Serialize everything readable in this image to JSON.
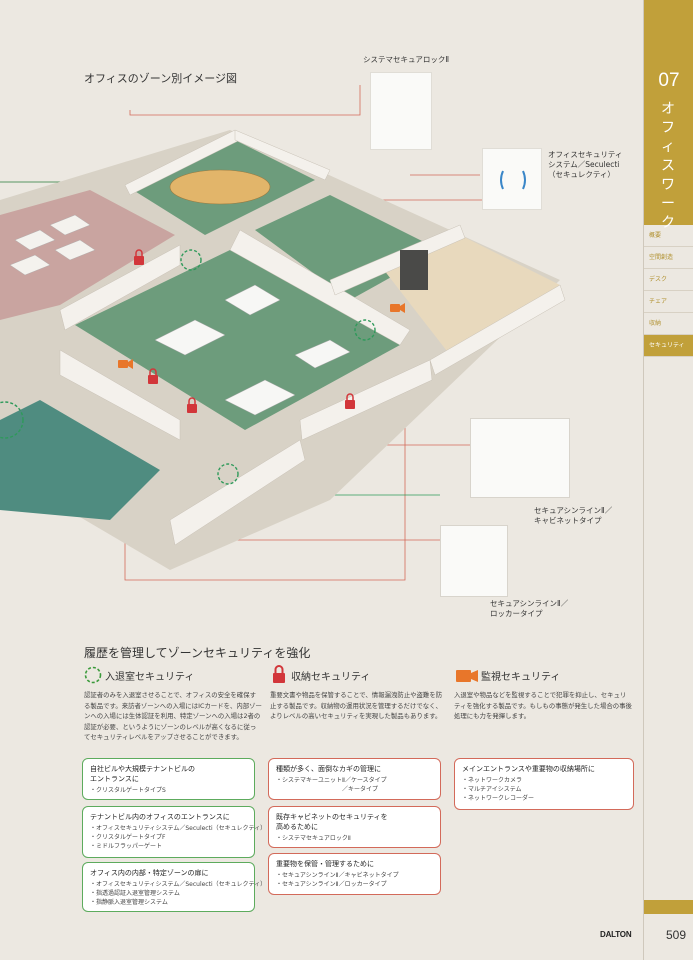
{
  "side": {
    "number": "07",
    "title": "オフィスワーク",
    "items": [
      "概要",
      "空間創造",
      "デスク",
      "チェア",
      "収納",
      "セキュリティ"
    ],
    "active_index": 5,
    "accent": "#c1a03a"
  },
  "map": {
    "title": "オフィスのゾーン別イメージ図"
  },
  "products": {
    "lock": "システマセキュアロックⅡ",
    "seculecti": [
      "オフィスセキュリティ",
      "システム／Seculecti",
      "（セキュレクティ）"
    ],
    "cabinet": [
      "セキュアシンラインⅡ／",
      "キャビネットタイプ"
    ],
    "locker": [
      "セキュアシンラインⅡ／",
      "ロッカータイプ"
    ]
  },
  "section": {
    "title": "履歴を管理してゾーンセキュリティを強化",
    "categories": [
      {
        "label": "入退室セキュリティ",
        "icon": "dashed-circle-icon",
        "color": "#3a9a3a",
        "desc": "認証者のみを入退室させることで、オフィスの安全を確保する製品です。来訪者ゾーンへの入場にはICカードを、内部ゾーンへの入場には生体認証を利用、特定ゾーンへの入場は2者の認証が必要、というようにゾーンのレベルが高くなるに従ってセキュリティレベルをアップさせることができます。"
      },
      {
        "label": "収納セキュリティ",
        "icon": "padlock-icon",
        "color": "#d2363a",
        "desc": "重要文書や物品を保管することで、情報漏洩防止や盗難を防止する製品です。収納物の運用状況を管理するだけでなく、よりレベルの高いセキュリティを実現した製品もあります。"
      },
      {
        "label": "監視セキュリティ",
        "icon": "camera-icon",
        "color": "#e8762a",
        "desc": "入退室や物品などを監視することで犯罪を抑止し、セキュリティを強化する製品です。もしもの事態が発生した場合の事後処理にも力を発揮します。"
      }
    ],
    "entry_cards": [
      {
        "head": "自社ビルや大規模テナントビルの\nエントランスに",
        "items": [
          "・クリスタルゲートタイプS"
        ]
      },
      {
        "head": "テナントビル内のオフィスのエントランスに",
        "items": [
          "・オフィスセキュリティシステム／Seculecti（セキュレクティ）",
          "・クリスタルゲートタイプF",
          "・ミドルフラッパーゲート"
        ]
      },
      {
        "head": "オフィス内の内部・特定ゾーンの扉に",
        "items": [
          "・オフィスセキュリティシステム／Seculecti（セキュレクティ）",
          "・指透過認証入退室管理システム",
          "・指静脈入退室管理システム"
        ]
      }
    ],
    "storage_cards": [
      {
        "head": "種類が多く、面倒なカギの管理に",
        "items": [
          "・システマキーユニットⅡ／ケースタイプ",
          "　　　　　　　　　　　／キータイプ"
        ]
      },
      {
        "head": "既存キャビネットのセキュリティを\n高めるために",
        "items": [
          "・システマセキュアロックⅡ"
        ]
      },
      {
        "head": "重要物を保管・管理するために",
        "items": [
          "・セキュアシンラインⅡ／キャビネットタイプ",
          "・セキュアシンラインⅡ／ロッカータイプ"
        ]
      }
    ],
    "monitor_cards": [
      {
        "head": "メインエントランスや重要物の収納場所に",
        "items": [
          "・ネットワークカメラ",
          "・マルチアイシステム",
          "・ネットワークレコーダー"
        ]
      }
    ]
  },
  "footer": {
    "brand": "DALTON",
    "page_number": "509"
  }
}
